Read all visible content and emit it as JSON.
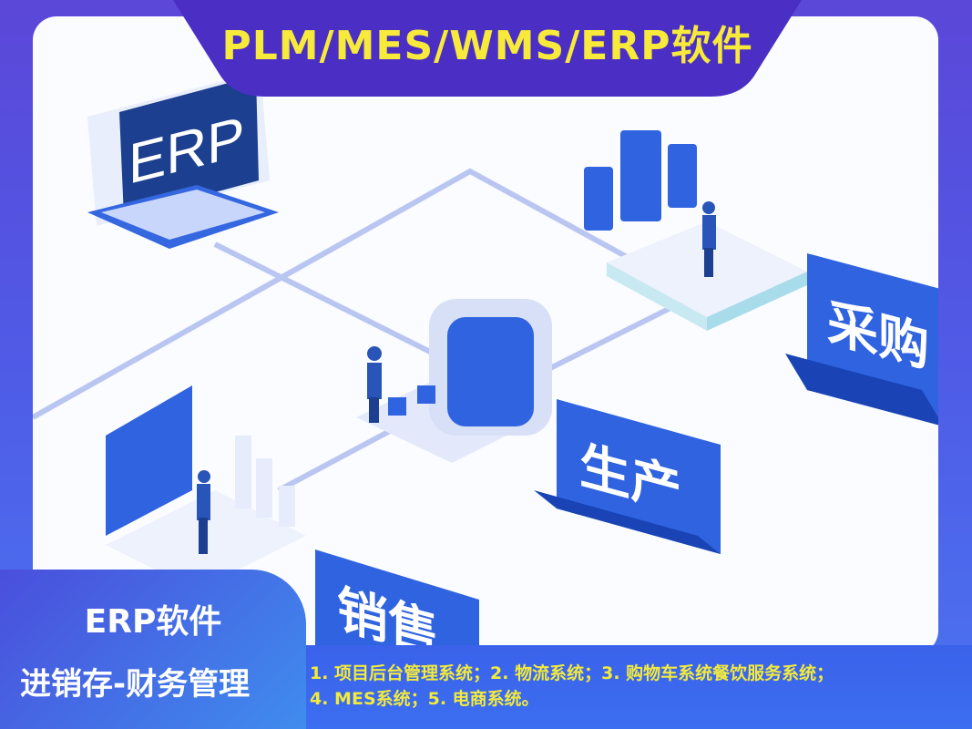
{
  "header": {
    "title": "PLM/MES/WMS/ERP软件"
  },
  "illustration": {
    "monitor_label": "ERP",
    "purchase_label": "采购",
    "production_label": "生产",
    "sales_label": "销售"
  },
  "left_panel": {
    "title": "ERP软件",
    "subtitle": "进销存-财务管理"
  },
  "bottom_strip": {
    "line1": "1. 项目后台管理系统；2. 物流系统；3. 购物车系统餐饮服务系统；",
    "line2": "4. MES系统；5. 电商系统。"
  },
  "colors": {
    "title_yellow": "#f7ea3a",
    "brand_blue": "#2f63e0",
    "tab_purple": "#4b2fc4"
  }
}
